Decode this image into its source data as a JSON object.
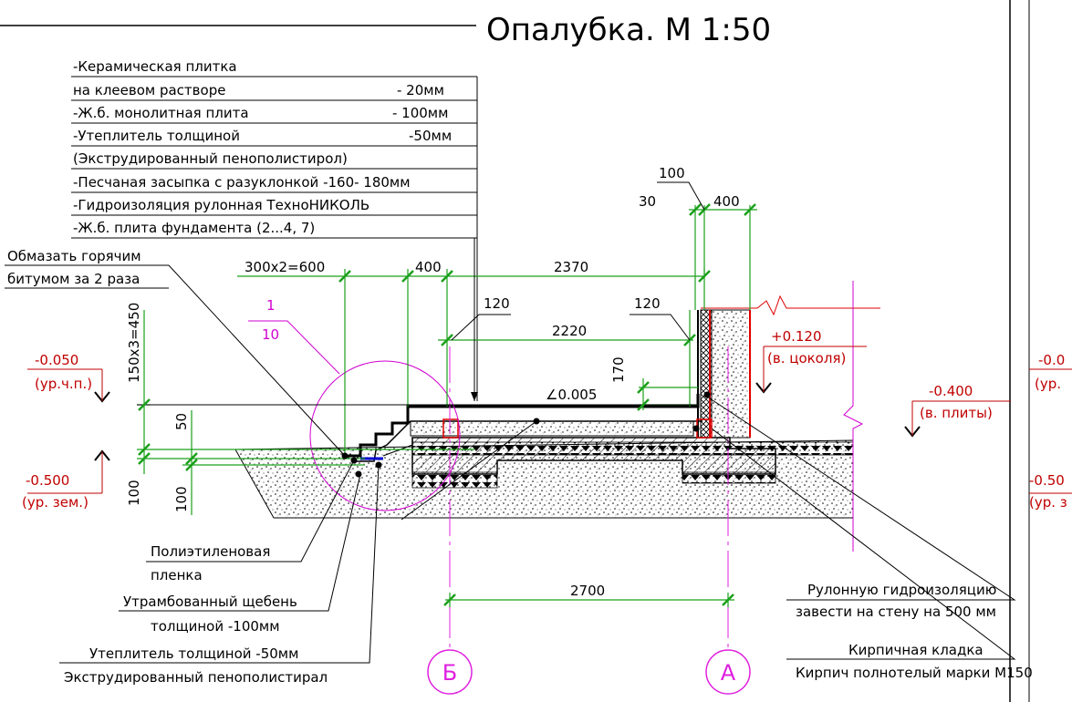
{
  "drawing": {
    "title": "Опалубка. М 1:50",
    "floor_layers": [
      "-Керамическая плитка",
      "на клеевом растворе",
      "-Ж.б. монолитная плита",
      "-Утеплитель толщиной",
      "(Экструдированный пенополистирол)",
      "-Песчаная засыпка с разуклонкой -160- 180мм",
      "-Гидроизоляция рулонная ТехноНИКОЛЬ",
      "-Ж.б. плита фундамента (2...4, 7)"
    ],
    "floor_layer_values": {
      "tile": "- 20мм",
      "slab": "- 100мм",
      "insulation": "-50мм"
    },
    "callouts": {
      "bitumen_1": "Обмазать горячим",
      "bitumen_2": "битумом за 2 раза",
      "poly_1": "Полиэтиленовая",
      "poly_2": "пленка",
      "gravel_1": "Утрамбованный щебень",
      "gravel_2": "толщиной -100мм",
      "eps_1": "Утеплитель толщиной -50мм",
      "eps_2": "Экструдированный пенополистирал",
      "roll_1": "Рулонную гидроизоляцию",
      "roll_2": "завести на стену на 500 мм",
      "brick_1": "Кирпичная кладка",
      "brick_2": "Кирпич полнотелый марки М150"
    },
    "dimensions": {
      "d600": "300x2=600",
      "d400a": "400",
      "d2370": "2370",
      "d100": "100",
      "d30": "30",
      "d400b": "400",
      "d120a": "120",
      "d2220": "2220",
      "d120b": "120",
      "d170": "170",
      "slope": "∠0.005",
      "d450": "150x3=450",
      "d50": "50",
      "d100a": "100",
      "d100b": "100",
      "d2700": "2700"
    },
    "levels": {
      "lvl_floor": "-0.050",
      "lvl_floor_note": "(ур.ч.п.)",
      "lvl_ground": "-0.500",
      "lvl_ground_note": "(ур. зем.)",
      "lvl_plinth": "+0.120",
      "lvl_plinth_note": "(в. цоколя)",
      "lvl_slab": "-0.400",
      "lvl_slab_note": "(в. плиты)",
      "lvl_right_a": "-0.0",
      "lvl_right_a_note": "(ур.",
      "lvl_right_b": "-0.50",
      "lvl_right_b_note": "(ур. з"
    },
    "detail": {
      "num": "1",
      "sheet": "10"
    },
    "axes": {
      "b": "Б",
      "a": "А"
    }
  },
  "colors": {
    "dimension": "#1aa01a",
    "level": "#c00000",
    "callout_mark": "#d000d0",
    "axis": "#e020e0",
    "brick": "#e00000",
    "membrane": "#0000d0"
  }
}
